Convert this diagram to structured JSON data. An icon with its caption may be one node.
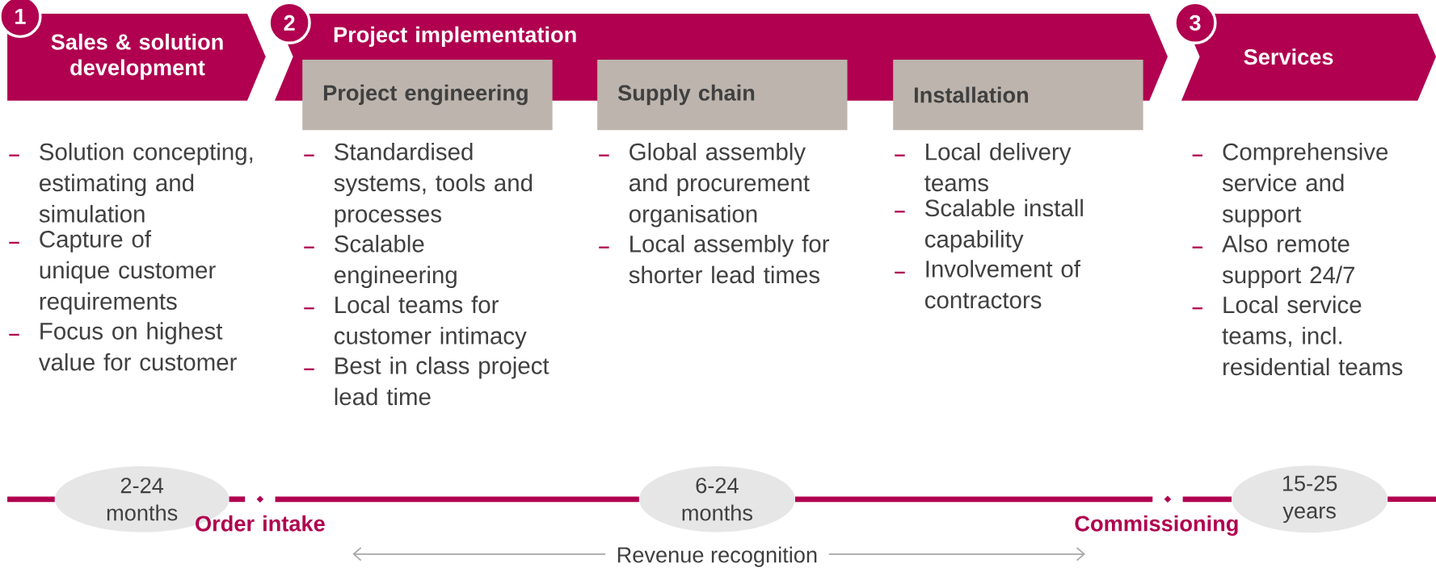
{
  "diagram": {
    "nodes": [
      {
        "text": [
          "1",
          "Sales & solution development"
        ],
        "beside": [
          "Solution concepting, estimating and simulation",
          "Capture of unique customer requirements",
          "Focus on highest value for customer"
        ]
      },
      {
        "text": [
          "2",
          "Project implementation"
        ]
      },
      {
        "text": [
          "Project engineering"
        ],
        "beside": [
          "Standardised systems, tools and processes",
          "Scalable engineering",
          "Local teams for customer intimacy",
          "Best in class project lead time"
        ]
      },
      {
        "text": [
          "Supply chain"
        ],
        "beside": [
          "Global assembly and procurement organisation",
          "Local assembly for shorter lead times"
        ]
      },
      {
        "text": [
          "Installation"
        ],
        "beside": [
          "Local delivery teams",
          "Scalable install capability",
          "Involvement of contractors"
        ]
      },
      {
        "text": [
          "3",
          "Services"
        ],
        "beside": [
          "Comprehensive service and support",
          "Also remote support 24/7",
          "Local service teams, incl. residential teams"
        ]
      },
      {
        "text": [
          "2-24 months"
        ]
      },
      {
        "text": [
          "6-24 months"
        ]
      },
      {
        "text": [
          "15-25 years"
        ]
      },
      {
        "text": [],
        "shape": "diamond",
        "beside": [
          "Order intake"
        ]
      },
      {
        "text": [],
        "shape": "diamond",
        "beside": [
          "Commissioning"
        ]
      }
    ],
    "edges": [
      {
        "from": null,
        "to": 6,
        "arrow": "none"
      },
      {
        "from": 6,
        "to": 9,
        "arrow": "none"
      },
      {
        "from": 9,
        "to": 7,
        "arrow": "none"
      },
      {
        "from": 7,
        "to": 10,
        "arrow": "none"
      },
      {
        "from": 10,
        "to": 8,
        "arrow": "none"
      },
      {
        "from": 8,
        "to": null,
        "arrow": "none"
      }
    ],
    "labels": [
      "Revenue recognition"
    ]
  }
}
